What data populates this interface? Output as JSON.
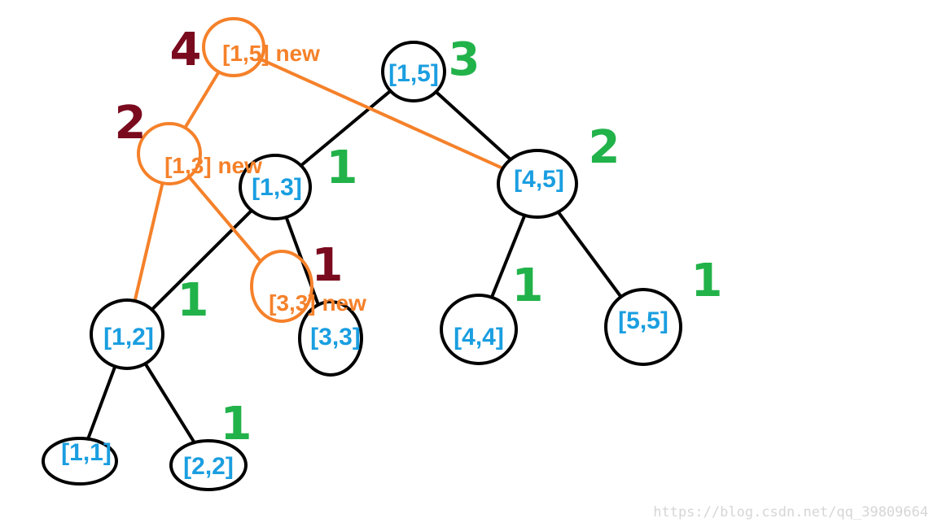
{
  "tree": {
    "nodes": [
      {
        "id": "1-5",
        "label": "[1,5]",
        "count": "3"
      },
      {
        "id": "1-3",
        "label": "[1,3]",
        "count": "1"
      },
      {
        "id": "4-5",
        "label": "[4,5]",
        "count": "2"
      },
      {
        "id": "1-2",
        "label": "[1,2]",
        "count": "1"
      },
      {
        "id": "3-3",
        "label": "[3,3]",
        "count": ""
      },
      {
        "id": "4-4",
        "label": "[4,4]",
        "count": "1"
      },
      {
        "id": "5-5",
        "label": "[5,5]",
        "count": "1"
      },
      {
        "id": "1-1",
        "label": "[1,1]",
        "count": ""
      },
      {
        "id": "2-2",
        "label": "[2,2]",
        "count": "1"
      }
    ],
    "edges": [
      [
        "1-5",
        "1-3"
      ],
      [
        "1-5",
        "4-5"
      ],
      [
        "1-3",
        "1-2"
      ],
      [
        "1-3",
        "3-3"
      ],
      [
        "4-5",
        "4-4"
      ],
      [
        "4-5",
        "5-5"
      ],
      [
        "1-2",
        "1-1"
      ],
      [
        "1-2",
        "2-2"
      ]
    ]
  },
  "new_version": {
    "nodes": [
      {
        "id": "n-1-5",
        "label": "[1,5] new",
        "count": "4"
      },
      {
        "id": "n-1-3",
        "label": "[1,3] new",
        "count": "2"
      },
      {
        "id": "n-3-3",
        "label": "[3,3] new",
        "count": "1"
      }
    ],
    "edges": [
      [
        "n-1-5",
        "n-1-3"
      ],
      [
        "n-1-5",
        "4-5"
      ],
      [
        "n-1-3",
        "1-2"
      ],
      [
        "n-1-3",
        "n-3-3"
      ]
    ]
  },
  "colors": {
    "node_text": "#1a9ee0",
    "new_text": "#f5812a",
    "count_green": "#22b24a",
    "count_red": "#7a0a1e"
  },
  "watermark": "https://blog.csdn.net/qq_39809664"
}
